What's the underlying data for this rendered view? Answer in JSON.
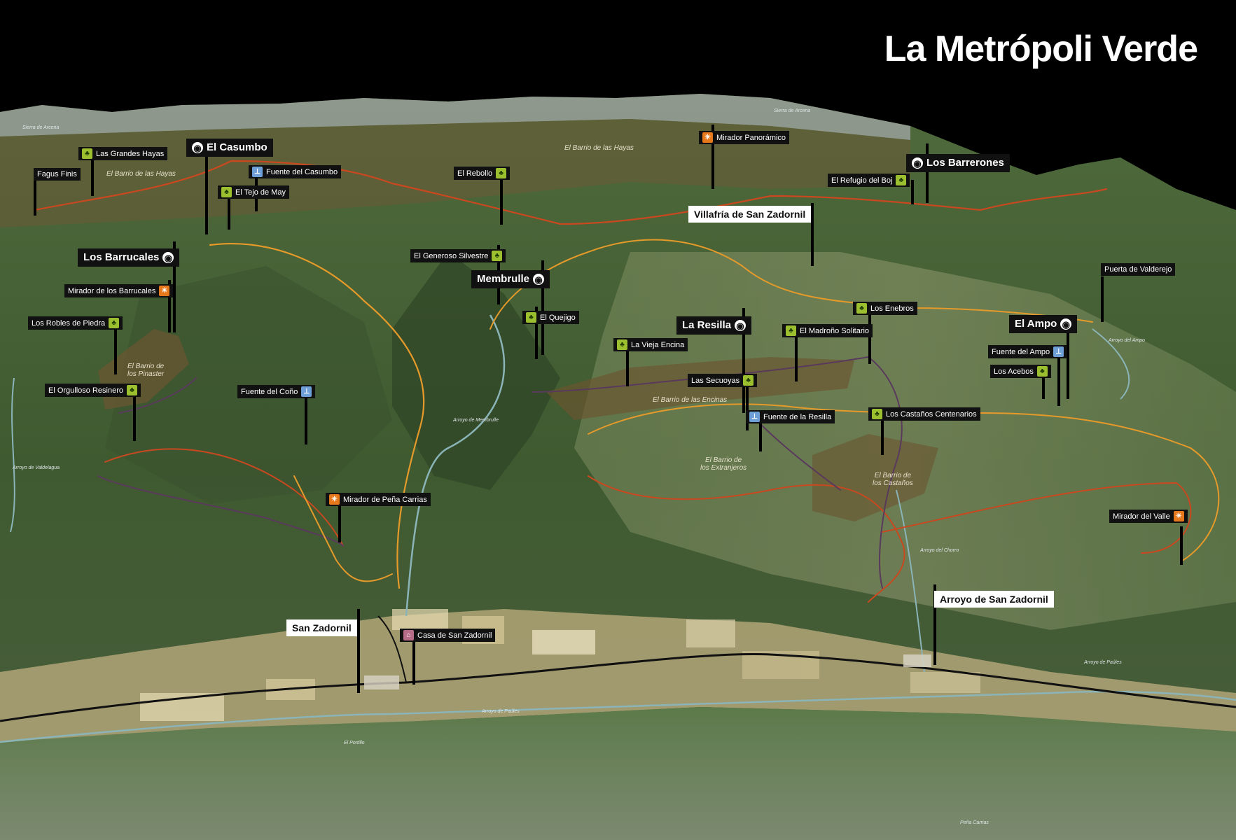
{
  "title": "La Metrópoli Verde",
  "colors": {
    "sky": "#000000",
    "trail_orange": "#e59a2a",
    "trail_red": "#c9481f",
    "trail_purple": "#5a3a5c",
    "barrio_fill": "#6b5530",
    "forest": "#425f33"
  },
  "villages": {
    "el_casumbo": "El Casumbo",
    "los_barrerones": "Los Barrerones",
    "los_barrucales": "Los Barrucales",
    "membrulle": "Membrulle",
    "la_resilla": "La Resilla",
    "el_ampo": "El Ampo"
  },
  "places": {
    "villafria": "Villafría de San Zadornil",
    "puerta_valderejo": "Puerta de Valderejo",
    "san_zadornil": "San Zadornil",
    "arroyo_san_zadornil": "Arroyo de San Zadornil",
    "fagus_finis": "Fagus Finis"
  },
  "trees": {
    "grandes_hayas": "Las Grandes Hayas",
    "tejo_may": "El Tejo de May",
    "rebollo": "El Rebollo",
    "refugio_boj": "El Refugio del Boj",
    "generoso_silvestre": "El Generoso Silvestre",
    "robles_piedra": "Los Robles de Piedra",
    "orgulloso_resinero": "El Orgulloso Resinero",
    "quejigo": "El Quejigo",
    "vieja_encina": "La Vieja Encina",
    "enebros": "Los Enebros",
    "madrono": "El Madroño Solitario",
    "secuoyas": "Las Secuoyas",
    "castanos": "Los Castaños Centenarios",
    "acebos": "Los Acebos"
  },
  "viewpoints": {
    "panoramico": "Mirador Panorámico",
    "barrucales": "Mirador de los Barrucales",
    "pena_carrias": "Mirador de Peña Carrias",
    "valle": "Mirador del Valle"
  },
  "fountains": {
    "casumbo": "Fuente del Casumbo",
    "cono": "Fuente del Coño",
    "resilla": "Fuente de la Resilla",
    "ampo": "Fuente del Ampo"
  },
  "houses": {
    "casa": "Casa de San Zadornil"
  },
  "areas": {
    "hayas_left": "El Barrio de las Hayas",
    "hayas_right": "El Barrio de las Hayas",
    "pinaster": "El Barrio de\nlos Pinaster",
    "encinas": "El Barrio de las Encinas",
    "extranjeros": "El Barrio de\nlos Extranjeros",
    "castanos": "El Barrio de\nlos Castaños"
  },
  "streams": {
    "sierra_left": "Sierra de Arcena",
    "sierra_right": "Sierra de Arcena",
    "membrulle": "Arroyo de Membrulle",
    "valdelagua": "Arroyo de Valdelagua",
    "ampo": "Arroyo del Ampo",
    "chorro": "Arroyo del Chorro",
    "paules_left": "Arroyo de Paúles",
    "paules_right": "Arroyo de Paúles",
    "portillo": "El Portillo",
    "pena_carrias": "Peña Carrias"
  },
  "icons": {
    "tree": "tree-icon",
    "viewpoint": "viewpoint-sun-icon",
    "fountain": "fountain-tap-icon",
    "house": "house-icon",
    "village": "target-circle-icon"
  }
}
